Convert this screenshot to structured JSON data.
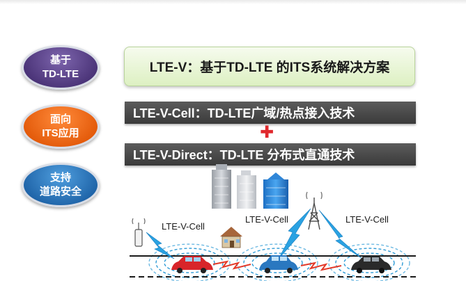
{
  "badges": [
    {
      "line1": "基于",
      "line2": "TD-LTE",
      "color": "#4a3377"
    },
    {
      "line1": "面向",
      "line2": "ITS应用",
      "color": "#e35a0a"
    },
    {
      "line1": "支持",
      "line2": "道路安全",
      "color": "#1f64a8"
    }
  ],
  "headline": "LTE-V：基于TD-LTE 的ITS系统解决方案",
  "bars": [
    "LTE-V-Cell：TD-LTE广域/热点接入技术",
    "LTE-V-Direct：TD-LTE 分布式直通技术"
  ],
  "plus_sign": "✚",
  "scene": {
    "cell_labels": [
      "LTE-V-Cell",
      "LTE-V-Cell",
      "LTE-V-Cell"
    ],
    "icons": [
      "office-buildings-icon",
      "cell-tower-icon",
      "roadside-antenna-icon",
      "house-icon",
      "car-icon",
      "lightning-link-icon"
    ],
    "car_colors": [
      "#d8252a",
      "#2a78c0",
      "#2a2a2a"
    ],
    "wave_color": "#2e9bd6",
    "bolt_color": "#2aa2e2",
    "direct_link_color": "#e23a2a"
  }
}
